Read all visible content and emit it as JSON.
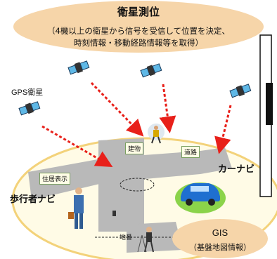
{
  "title": {
    "main": "衛星測位",
    "sub_line1": "（4機以上の衛星から信号を受信して位置を決定、",
    "sub_line2": "時刻情報・移動経路情報等を取得）"
  },
  "labels": {
    "gps_satellite": "GPS衛星",
    "building": "建物",
    "road": "道路",
    "address_display": "住居表示",
    "car_navi": "カーナビ",
    "pedestrian_navi": "歩行者ナビ",
    "lot_number": "地番"
  },
  "gis": {
    "title": "GIS",
    "subtitle": "（基盤地図情報）"
  },
  "colors": {
    "bubble": "#f6d5a9",
    "ground": "#fffbe6",
    "ground_border": "#f3d27a",
    "road": "#b9b9b9",
    "grass": "#8bd34a",
    "signal_arrow": "#e8201a",
    "car": "#1f6fd0"
  }
}
